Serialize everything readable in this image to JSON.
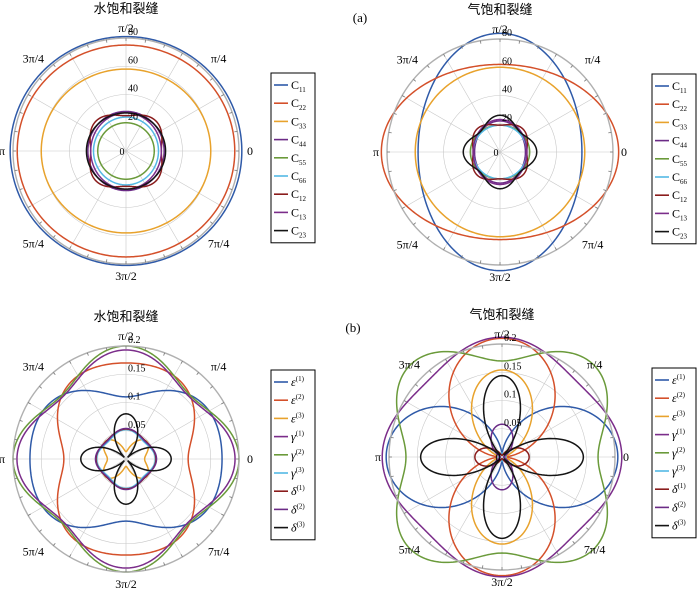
{
  "panel_labels": [
    "(a)",
    "(b)"
  ],
  "angle_ticks": [
    "0",
    "π/4",
    "π/2",
    "3π/4",
    "π",
    "5π/4",
    "3π/2",
    "7π/4"
  ],
  "chart_data": [
    {
      "type": "polar",
      "title": "水饱和裂缝",
      "rlim": [
        0,
        80
      ],
      "rticks": [
        "0",
        "20",
        "40",
        "60",
        "80"
      ],
      "grid": true,
      "legend": "right",
      "series": [
        {
          "name": "C",
          "sub": "11",
          "color": "#2f5aa8",
          "model": "ellipse",
          "a": 82,
          "b": 81
        },
        {
          "name": "C",
          "sub": "22",
          "color": "#d4502a",
          "model": "ellipse",
          "a": 77,
          "b": 75
        },
        {
          "name": "C",
          "sub": "33",
          "color": "#e8a22c",
          "model": "ellipse",
          "a": 60,
          "b": 58
        },
        {
          "name": "C",
          "sub": "44",
          "color": "#6b2b86",
          "model": "ellipse",
          "a": 27,
          "b": 28
        },
        {
          "name": "C",
          "sub": "55",
          "color": "#6a9a3a",
          "model": "ellipse",
          "a": 20,
          "b": 20
        },
        {
          "name": "C",
          "sub": "66",
          "color": "#54b9e4",
          "model": "ellipse",
          "a": 23,
          "b": 24
        },
        {
          "name": "C",
          "sub": "12",
          "color": "#8a1c1c",
          "model": "lobe",
          "a0": 27.5,
          "a4": -2.5
        },
        {
          "name": "C",
          "sub": "13",
          "color": "#7b2d8a",
          "model": "ellipse",
          "a": 25,
          "b": 27
        },
        {
          "name": "C",
          "sub": "23",
          "color": "#141414",
          "model": "ellipse",
          "a": 28,
          "b": 27
        }
      ]
    },
    {
      "type": "polar",
      "title": "气饱和裂缝",
      "rlim": [
        0,
        80
      ],
      "rticks": [
        "0",
        "20",
        "40",
        "60",
        "80"
      ],
      "grid": true,
      "legend": "right",
      "series": [
        {
          "name": "C",
          "sub": "11",
          "color": "#2f5aa8",
          "model": "ellipse",
          "a": 58,
          "b": 84
        },
        {
          "name": "C",
          "sub": "22",
          "color": "#d4502a",
          "model": "ellipse",
          "a": 84,
          "b": 62
        },
        {
          "name": "C",
          "sub": "33",
          "color": "#e8a22c",
          "model": "ellipse",
          "a": 60,
          "b": 60
        },
        {
          "name": "C",
          "sub": "44",
          "color": "#6b2b86",
          "model": "ellipse",
          "a": 18,
          "b": 22
        },
        {
          "name": "C",
          "sub": "55",
          "color": "#6a9a3a",
          "model": "ellipse",
          "a": 21,
          "b": 19
        },
        {
          "name": "C",
          "sub": "66",
          "color": "#54b9e4",
          "model": "ellipse",
          "a": 19,
          "b": 19
        },
        {
          "name": "C",
          "sub": "12",
          "color": "#8a1c1c",
          "model": "lobe",
          "a0": 21,
          "a4": -2
        },
        {
          "name": "C",
          "sub": "13",
          "color": "#7b2d8a",
          "model": "ellipse",
          "a": 19,
          "b": 23
        },
        {
          "name": "C",
          "sub": "23",
          "color": "#141414",
          "model": "lobe",
          "a0": 23,
          "a4": 3
        }
      ]
    },
    {
      "type": "polar",
      "title": "水饱和裂缝",
      "rlim": [
        0,
        0.2
      ],
      "rticks": [
        "0.05",
        "0.1",
        "0.15",
        "0.2"
      ],
      "grid": true,
      "legend": "right",
      "series": [
        {
          "name": "ε",
          "sup": "(1)",
          "color": "#2f5aa8",
          "model": "lobe",
          "a0": 0.15,
          "a2": 0.03,
          "a4": -0.01
        },
        {
          "name": "ε",
          "sup": "(2)",
          "color": "#d4502a",
          "model": "lobe",
          "a0": 0.15,
          "a2": -0.03,
          "a4": -0.01
        },
        {
          "name": "ε",
          "sup": "(3)",
          "color": "#e8a22c",
          "model": "lobe",
          "a0": 0.035,
          "a2": 0.01,
          "a4": -0.012
        },
        {
          "name": "γ",
          "sup": "(1)",
          "color": "#7b2d8a",
          "model": "lobe",
          "a0": 0.175,
          "a4": 0.018
        },
        {
          "name": "γ",
          "sup": "(2)",
          "color": "#6a9a3a",
          "model": "lobe",
          "a0": 0.18,
          "a4": 0.02
        },
        {
          "name": "γ",
          "sup": "(3)",
          "color": "#54b9e4",
          "model": "lobe",
          "a0": 0.048,
          "a4": 0.004
        },
        {
          "name": "δ",
          "sup": "(1)",
          "color": "#8a1c1c",
          "model": "lobe",
          "a0": 0.05,
          "a4": 0.003
        },
        {
          "name": "δ",
          "sup": "(2)",
          "color": "#6b2b86",
          "model": "lobe",
          "a0": 0.05,
          "a4": 0.004
        },
        {
          "name": "δ",
          "sup": "(3)",
          "color": "#141414",
          "model": "petal",
          "base": 0.004,
          "amp": 0.076,
          "m": 2,
          "phase": 0,
          "pow": 1.2
        }
      ]
    },
    {
      "type": "polar",
      "title": "气饱和裂缝",
      "rlim": [
        0,
        0.2
      ],
      "rticks": [
        "0",
        "0.05",
        "0.1",
        "0.15",
        "0.2"
      ],
      "grid": true,
      "legend": "right",
      "series": [
        {
          "name": "ε",
          "sup": "(1)",
          "color": "#2f5aa8",
          "model": "petal",
          "base": 0.005,
          "amp": 0.2,
          "m": 1,
          "phase": 0,
          "pow": 1.5
        },
        {
          "name": "ε",
          "sup": "(2)",
          "color": "#d4502a",
          "model": "petal",
          "base": 0.005,
          "amp": 0.205,
          "m": 1,
          "phase": 90,
          "pow": 1.4
        },
        {
          "name": "ε",
          "sup": "(3)",
          "color": "#e8a22c",
          "model": "petal",
          "base": 0.004,
          "amp": 0.15,
          "m": 1,
          "phase": 90,
          "pow": 2.6
        },
        {
          "name": "γ",
          "sup": "(1)",
          "color": "#7b2d8a",
          "model": "lobe",
          "a0": 0.2,
          "a4": 0.012
        },
        {
          "name": "γ",
          "sup": "(2)",
          "color": "#6a9a3a",
          "model": "lobe",
          "a0": 0.2,
          "a4": -0.03
        },
        {
          "name": "γ",
          "sup": "(3)",
          "color": "#54b9e4",
          "model": "lobe",
          "a0": 0.007,
          "a4": 0
        },
        {
          "name": "δ",
          "sup": "(1)",
          "color": "#8a1c1c",
          "model": "petal",
          "base": 0.003,
          "amp": 0.045,
          "m": 1,
          "phase": 0,
          "pow": 3
        },
        {
          "name": "δ",
          "sup": "(2)",
          "color": "#6b2b86",
          "model": "petal",
          "base": 0.003,
          "amp": 0.055,
          "m": 1,
          "phase": 90,
          "pow": 3
        },
        {
          "name": "δ",
          "sup": "(3)",
          "color": "#141414",
          "model": "petal",
          "base": 0.004,
          "amp": 0.14,
          "m": 2,
          "phase": 0,
          "pow": 1.6
        }
      ]
    }
  ]
}
